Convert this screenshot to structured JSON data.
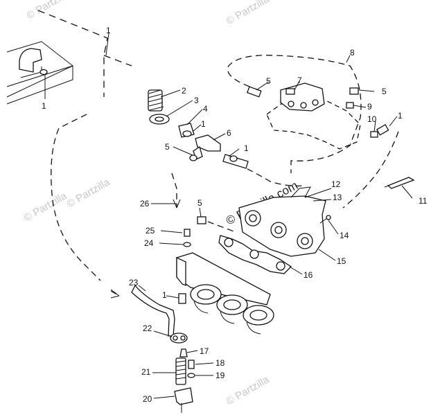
{
  "watermark": "© Partzilla",
  "watermark_center": "© Partzilla.com",
  "callouts": {
    "c1a": "1",
    "c1b": "1",
    "c1c": "1",
    "c1d": "1",
    "c1e": "1",
    "c1f": "1",
    "c2": "2",
    "c3": "3",
    "c4": "4",
    "c5a": "5",
    "c5b": "5",
    "c5c": "5",
    "c5d": "5",
    "c6": "6",
    "c7": "7",
    "c8": "8",
    "c9": "9",
    "c10": "10",
    "c11": "11",
    "c12": "12",
    "c13": "13",
    "c14": "14",
    "c15": "15",
    "c16": "16",
    "c17": "17",
    "c18": "18",
    "c19": "19",
    "c20": "20",
    "c21": "21",
    "c22": "22",
    "c23": "23",
    "c24": "24",
    "c25": "25",
    "c26": "26"
  }
}
